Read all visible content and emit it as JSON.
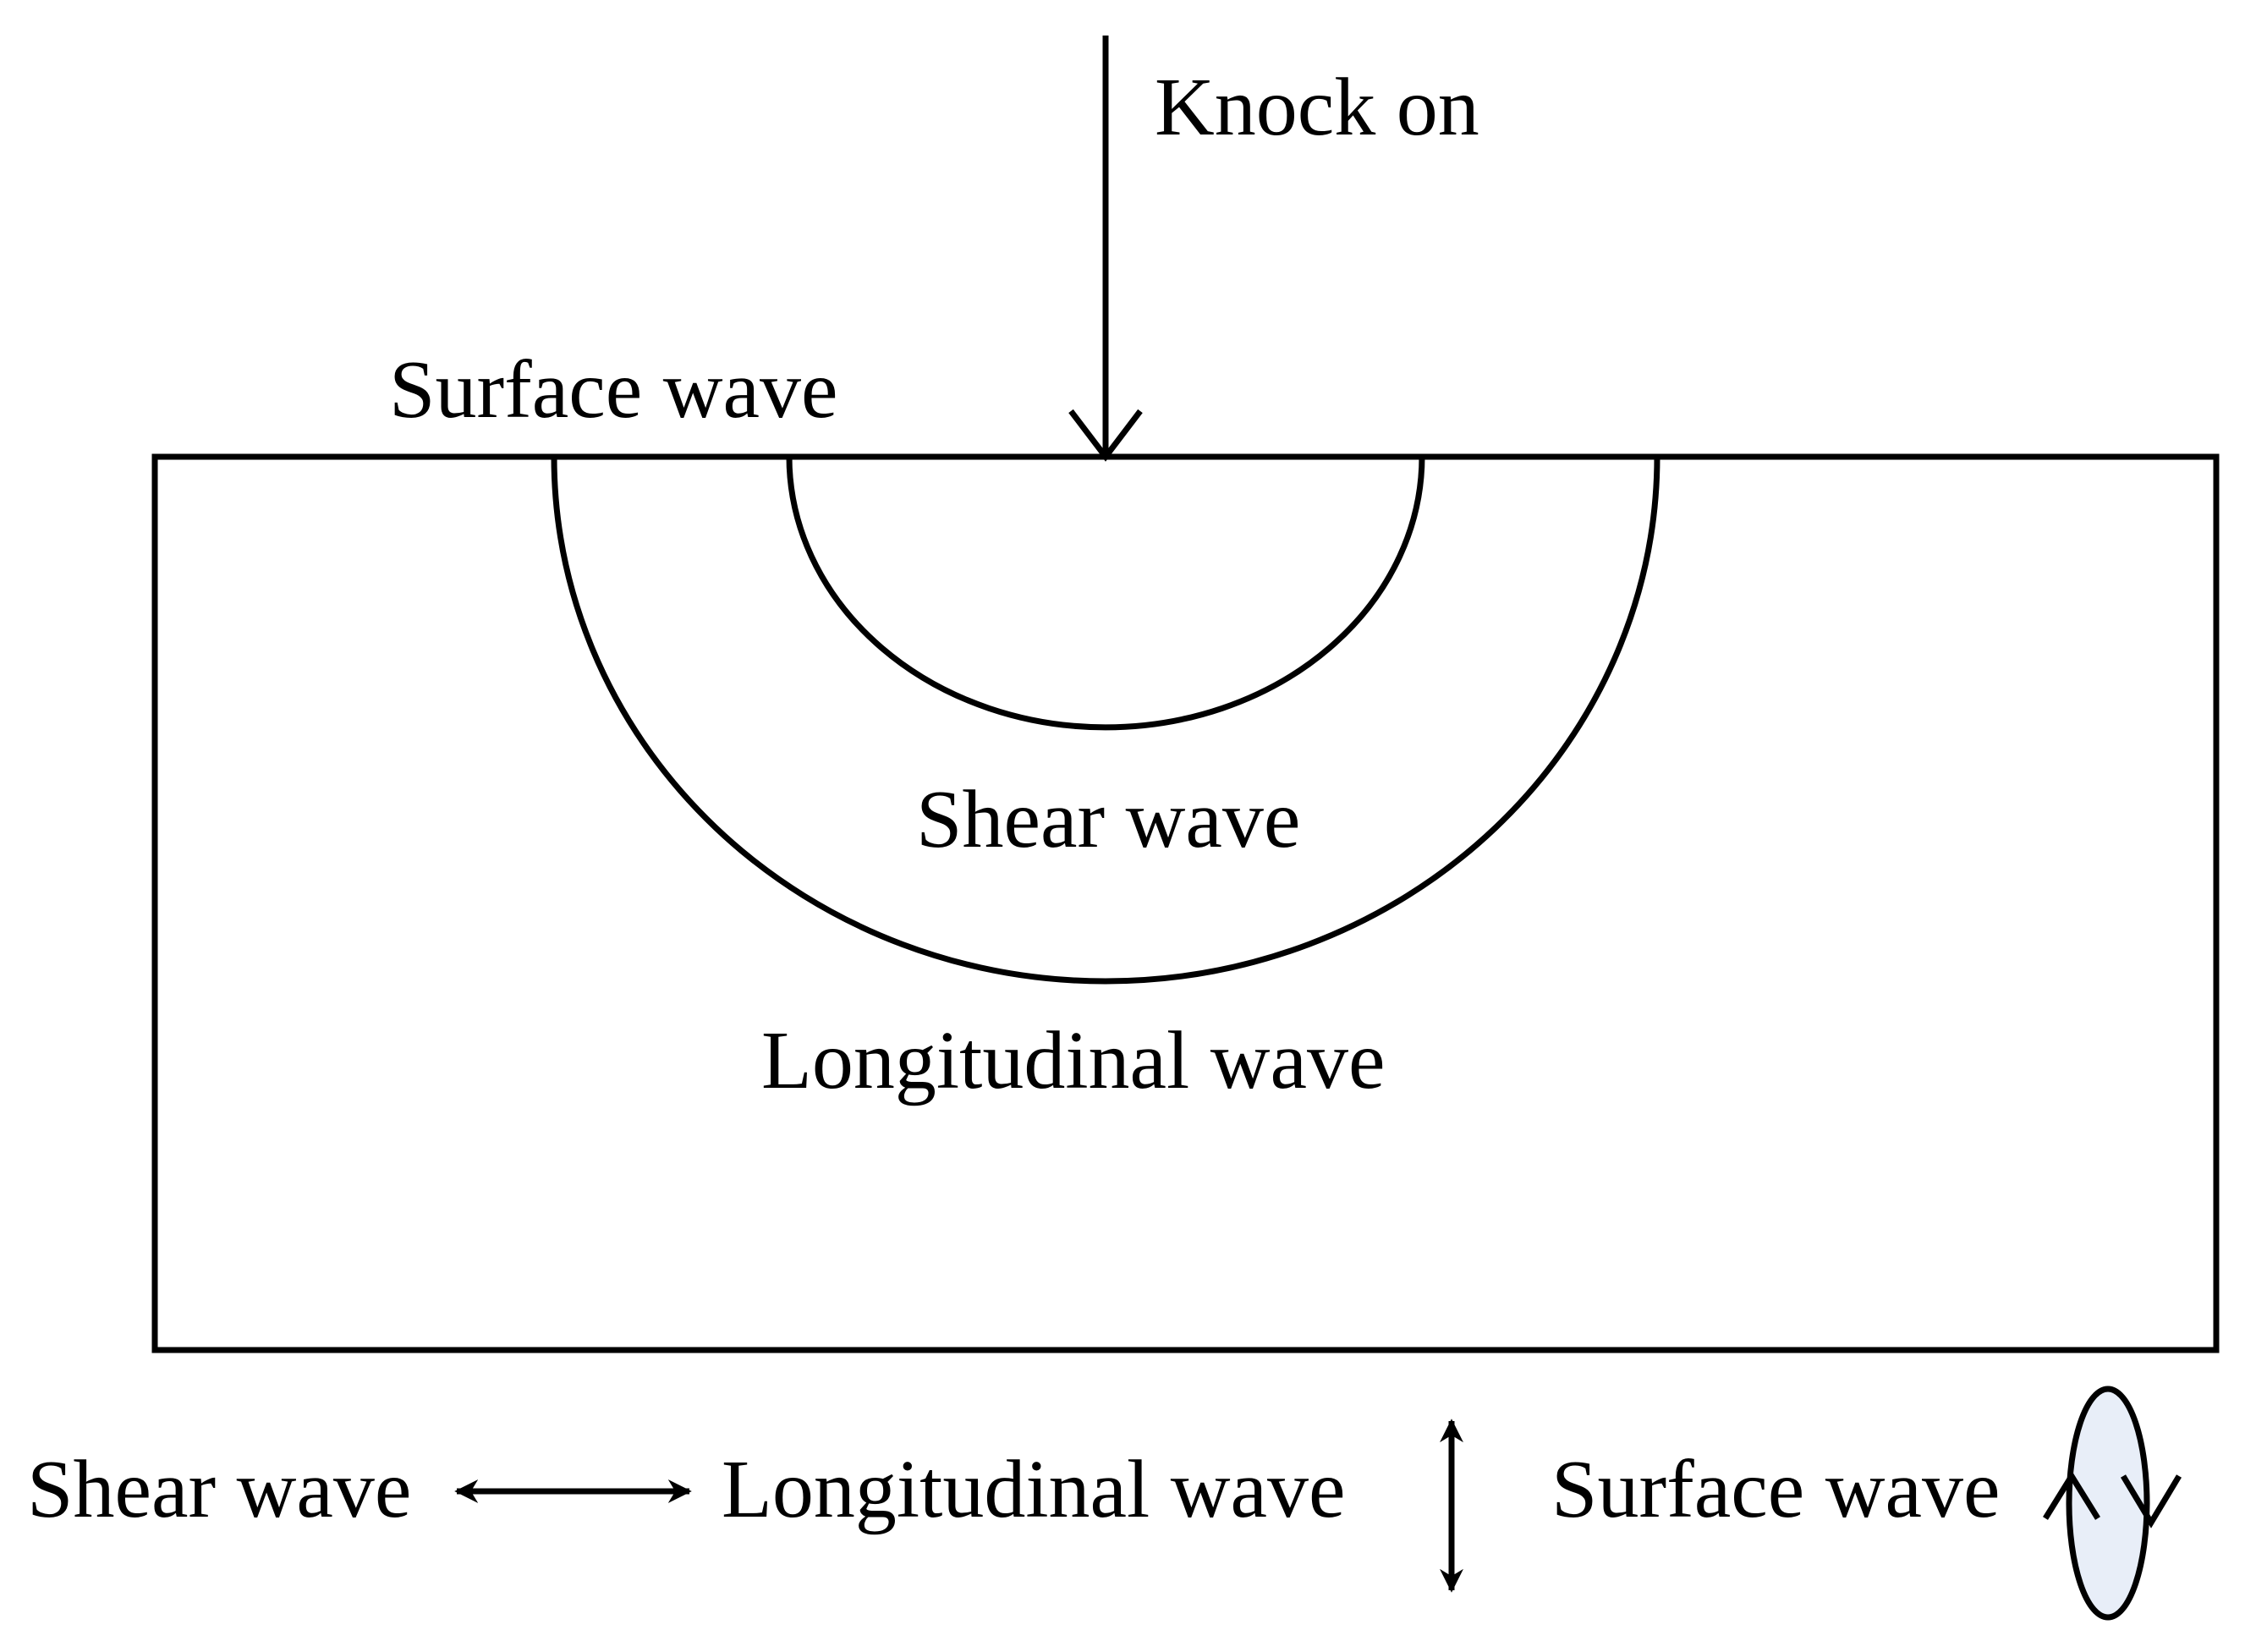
{
  "labels": {
    "knock_on": "Knock on",
    "surface_wave_top": "Surface wave",
    "shear_wave_inner": "Shear wave",
    "longitudinal_wave_inner": "Longitudinal wave"
  },
  "legend": {
    "shear_wave": "Shear wave",
    "longitudinal_wave": "Longitudinal wave",
    "surface_wave": "Surface wave"
  },
  "colors": {
    "stroke": "#000000",
    "ellipse_fill": "#e8eef8"
  }
}
